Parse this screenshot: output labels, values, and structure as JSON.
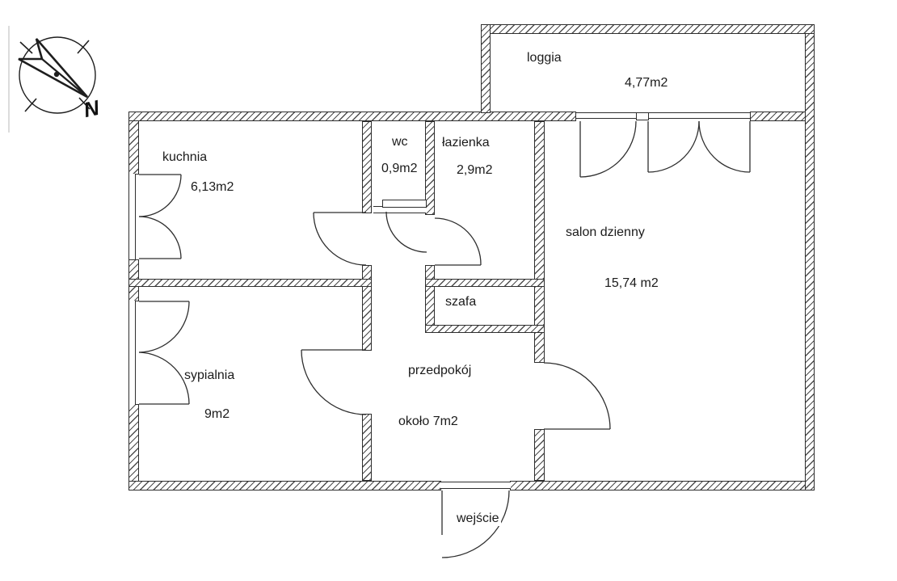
{
  "plan": {
    "rooms": {
      "loggia": {
        "name": "loggia",
        "area": "4,77m2"
      },
      "kuchnia": {
        "name": "kuchnia",
        "area": "6,13m2"
      },
      "wc": {
        "name": "wc",
        "area": "0,9m2"
      },
      "lazienka": {
        "name": "łazienka",
        "area": "2,9m2"
      },
      "salon": {
        "name": "salon dzienny",
        "area": "15,74 m2"
      },
      "sypialnia": {
        "name": "sypialnia",
        "area": "9m2"
      },
      "szafa": {
        "name": "szafa"
      },
      "przedpokoj": {
        "name": "przedpokój",
        "area": "około 7m2"
      }
    },
    "entrance": {
      "label": "wejście"
    },
    "compass": {
      "north": "N"
    },
    "colors": {
      "line": "#2e2e2e",
      "hatch": "#4d4d4d",
      "background": "#ffffff"
    }
  }
}
